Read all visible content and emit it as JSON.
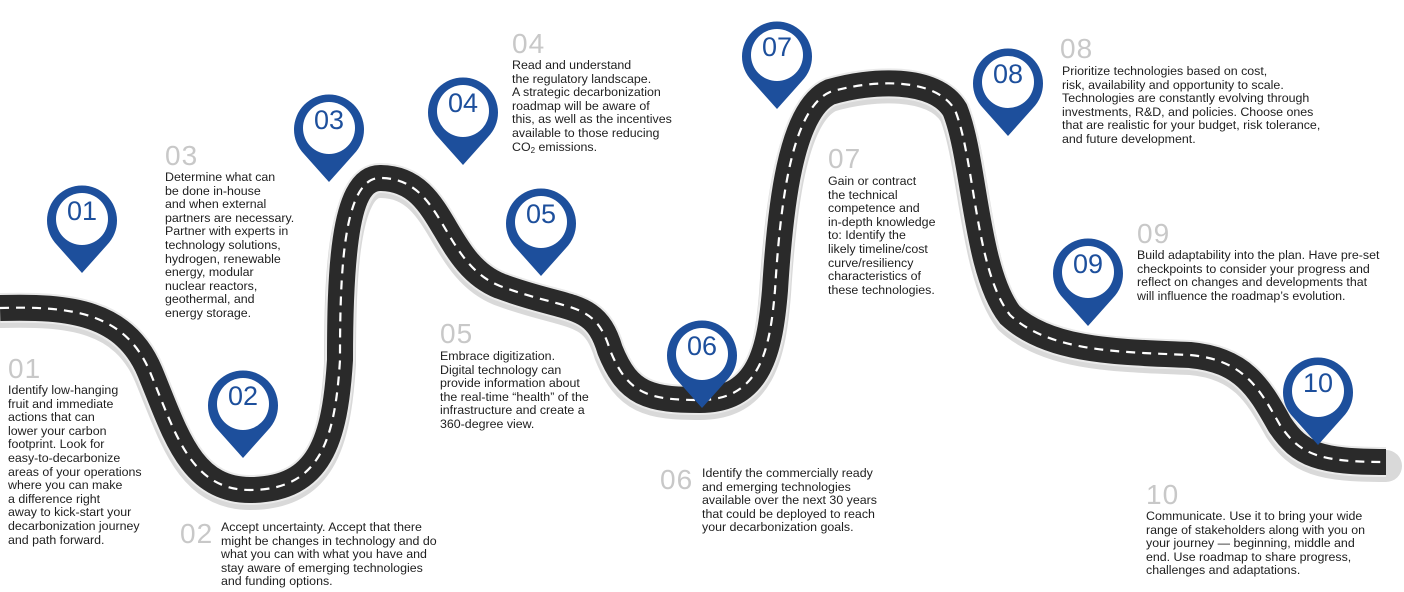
{
  "colors": {
    "pin_blue": "#1d4f9c",
    "road": "#2a2a2a",
    "road_edge": "#eaeaea",
    "dash": "#ffffff",
    "step_number": "#c8c8c8"
  },
  "pins": [
    {
      "label": "01"
    },
    {
      "label": "02"
    },
    {
      "label": "03"
    },
    {
      "label": "04"
    },
    {
      "label": "05"
    },
    {
      "label": "06"
    },
    {
      "label": "07"
    },
    {
      "label": "08"
    },
    {
      "label": "09"
    },
    {
      "label": "10"
    }
  ],
  "steps": [
    {
      "num": "01",
      "text": "Identify low-hanging\nfruit and immediate\nactions that can\nlower your carbon\nfootprint. Look for\neasy-to-decarbonize\nareas of your operations\nwhere you can make\na difference right\naway to kick-start your\ndecarbonization journey\nand path forward."
    },
    {
      "num": "02",
      "text": "Accept uncertainty. Accept that there\nmight be changes in technology and do\nwhat you can with what you have and\nstay aware of emerging technologies\nand funding options."
    },
    {
      "num": "03",
      "text": "Determine what can\nbe done in-house\nand when external\npartners are necessary.\nPartner with experts in\ntechnology solutions,\nhydrogen, renewable\nenergy, modular\nnuclear reactors,\ngeothermal, and\nenergy storage."
    },
    {
      "num": "04",
      "text": "Read and understand\nthe regulatory landscape.\nA strategic decarbonization\nroadmap will be aware of\nthis, as well as the incentives\navailable to those reducing",
      "co2_prefix": "CO",
      "co2_sub": "2",
      "co2_suffix": " emissions."
    },
    {
      "num": "05",
      "text": "Embrace digitization.\nDigital technology can\nprovide information about\nthe real-time “health” of the\ninfrastructure and create a\n360-degree view."
    },
    {
      "num": "06",
      "text": "Identify the commercially ready\nand emerging technologies\navailable over the next 30 years\nthat could be deployed to reach\nyour decarbonization goals."
    },
    {
      "num": "07",
      "text": "Gain or contract\nthe technical\ncompetence and\nin-depth knowledge\nto: Identify the\nlikely timeline/cost\ncurve/resiliency\ncharacteristics of\nthese technologies."
    },
    {
      "num": "08",
      "text": "Prioritize technologies based on cost,\nrisk, availability and opportunity to scale.\nTechnologies are constantly evolving through\ninvestments, R&D, and policies. Choose ones\nthat are realistic for your budget, risk tolerance,\nand future development."
    },
    {
      "num": "09",
      "text": "Build adaptability into the plan. Have pre-set\ncheckpoints to consider your progress and\nreflect on changes and developments that\nwill influence the roadmap’s evolution."
    },
    {
      "num": "10",
      "text": "Communicate. Use it to bring your wide\nrange of stakeholders along with you on\nyour journey — beginning, middle and\nend. Use roadmap to share progress,\nchallenges and adaptations."
    }
  ]
}
